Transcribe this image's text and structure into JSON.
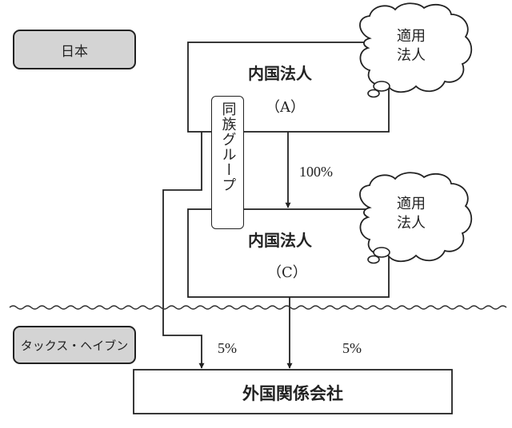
{
  "regions": {
    "japan": "日本",
    "tax_haven": "タックス・ヘイブン"
  },
  "entities": {
    "corp_a": {
      "name": "内国法人",
      "label": "（A）",
      "bubble_line1": "適用",
      "bubble_line2": "法人"
    },
    "corp_c": {
      "name": "内国法人",
      "label": "（C）",
      "bubble_line1": "適用",
      "bubble_line2": "法人"
    },
    "foreign": {
      "name": "外国関係会社"
    }
  },
  "group_label": "同族グループ",
  "ownership": {
    "a_to_c": "100%",
    "a_to_foreign": "5%",
    "c_to_foreign": "5%"
  },
  "colors": {
    "line": "#222222",
    "region_fill": "#d4d4d4",
    "background": "#ffffff"
  }
}
